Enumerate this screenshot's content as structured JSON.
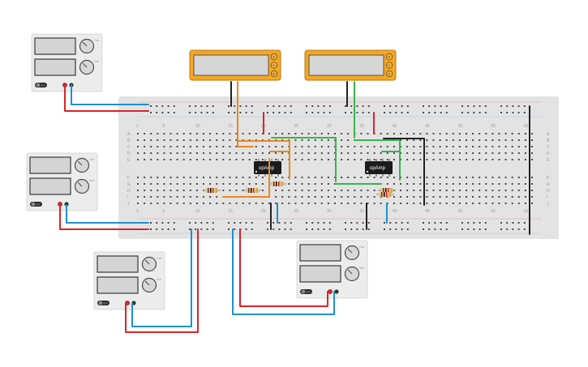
{
  "colors": {
    "board": "#e3e3e3",
    "hole": "#4a4a4a",
    "wire_red": "#d9252b",
    "wire_blue": "#1f8fd0",
    "wire_orange": "#e8881e",
    "wire_green": "#39b54a",
    "wire_black": "#222222",
    "multimeter_body": "#f5a623",
    "chip": "#1b1b1b"
  },
  "breadboard": {
    "columns": [
      "1",
      "5",
      "10",
      "15",
      "20",
      "25",
      "30",
      "35",
      "40",
      "45",
      "50",
      "55",
      "60"
    ],
    "rows_top": [
      "A",
      "B",
      "C",
      "D",
      "E"
    ],
    "rows_bottom": [
      "F",
      "G",
      "H",
      "I",
      "J"
    ]
  },
  "chips": [
    {
      "label": "opAmp"
    },
    {
      "label": "opAmp"
    }
  ],
  "power_supplies": [
    {
      "id": "ps-1",
      "switch_label": "OFF",
      "knob_labels": [
        "Cur",
        "Vol"
      ]
    },
    {
      "id": "ps-2",
      "switch_label": "OFF",
      "knob_labels": [
        "Cur",
        "Vol"
      ]
    },
    {
      "id": "ps-3",
      "switch_label": "OFF",
      "knob_labels": [
        "Cur",
        "Vol"
      ]
    },
    {
      "id": "ps-4",
      "switch_label": "OFF",
      "knob_labels": [
        "Cur",
        "Vol"
      ]
    }
  ],
  "multimeters": [
    {
      "id": "mm-1",
      "buttons": [
        "A",
        "V",
        "Ω"
      ]
    },
    {
      "id": "mm-2",
      "buttons": [
        "A",
        "V",
        "Ω"
      ]
    }
  ]
}
